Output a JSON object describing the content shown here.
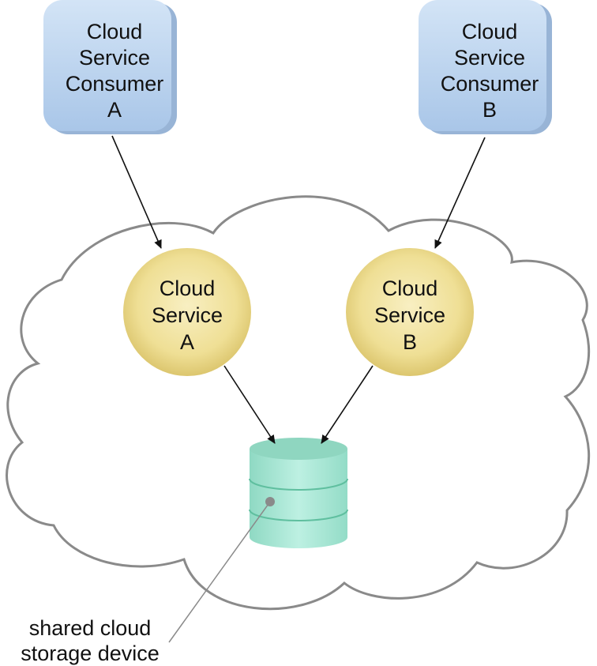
{
  "consumers": [
    {
      "lines": [
        "Cloud",
        "Service",
        "Consumer",
        "A"
      ]
    },
    {
      "lines": [
        "Cloud",
        "Service",
        "Consumer",
        "B"
      ]
    }
  ],
  "services": [
    {
      "lines": [
        "Cloud",
        "Service",
        "A"
      ]
    },
    {
      "lines": [
        "Cloud",
        "Service",
        "B"
      ]
    }
  ],
  "storage": {
    "callout_lines": [
      "shared cloud",
      "storage device"
    ]
  },
  "colors": {
    "consumer_fill": "#bcd5ee",
    "service_fill": "#eedd93",
    "storage_fill": "#a7e6d4",
    "cloud_stroke": "#8a8a8a"
  }
}
